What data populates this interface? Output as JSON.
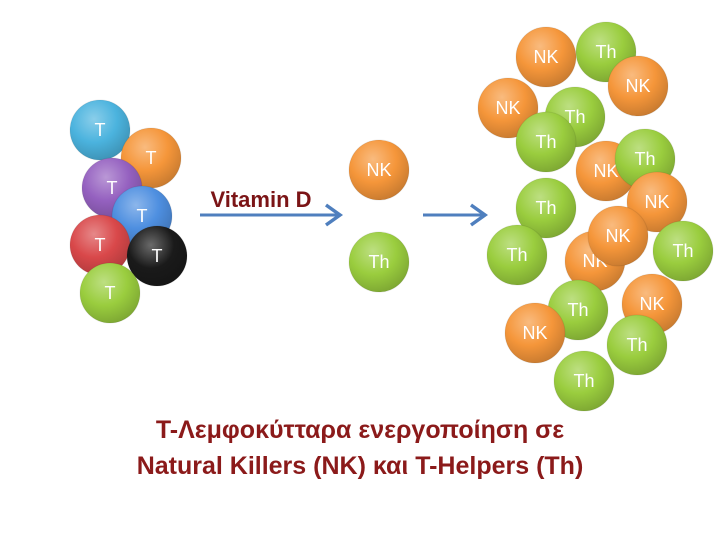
{
  "colors": {
    "arrow": "#4F7FBE",
    "caption": "#8B1A1A",
    "arrow_label": "#7B1416",
    "blue": "#4BB3DE",
    "orange": "#F5963A",
    "purple": "#9561C0",
    "blue2": "#4E8FE0",
    "red": "#D9484A",
    "black": "#1A1A1A",
    "green": "#9ACD3E"
  },
  "start_cluster": {
    "cells": [
      {
        "label": "T",
        "color": "blue"
      },
      {
        "label": "T",
        "color": "orange"
      },
      {
        "label": "T",
        "color": "purple"
      },
      {
        "label": "T",
        "color": "blue2"
      },
      {
        "label": "T",
        "color": "red"
      },
      {
        "label": "T",
        "color": "black"
      },
      {
        "label": "T",
        "color": "green"
      }
    ]
  },
  "arrow_label": "Vitamin D",
  "intermediate": {
    "cells": [
      {
        "label": "NK",
        "color": "orange"
      },
      {
        "label": "Th",
        "color": "green"
      }
    ]
  },
  "end_cluster": {
    "cells": [
      {
        "label": "NK",
        "color": "orange"
      },
      {
        "label": "Th",
        "color": "green"
      },
      {
        "label": "NK",
        "color": "orange"
      },
      {
        "label": "NK",
        "color": "orange"
      },
      {
        "label": "Th",
        "color": "green"
      },
      {
        "label": "Th",
        "color": "green"
      },
      {
        "label": "NK",
        "color": "orange"
      },
      {
        "label": "Th",
        "color": "green"
      },
      {
        "label": "Th",
        "color": "green"
      },
      {
        "label": "NK",
        "color": "orange"
      },
      {
        "label": "NK",
        "color": "orange"
      },
      {
        "label": "Th",
        "color": "green"
      },
      {
        "label": "NK",
        "color": "orange"
      },
      {
        "label": "Th",
        "color": "green"
      },
      {
        "label": "Th",
        "color": "green"
      },
      {
        "label": "NK",
        "color": "orange"
      },
      {
        "label": "NK",
        "color": "orange"
      },
      {
        "label": "Th",
        "color": "green"
      },
      {
        "label": "Th",
        "color": "green"
      },
      {
        "label": "NK",
        "color": "orange"
      }
    ]
  },
  "caption": {
    "line1": "T-Λεμφοκύτταρα ενεργοποίηση σε",
    "line2": "Natural Killers (NK) και T-Helpers (Th)"
  }
}
